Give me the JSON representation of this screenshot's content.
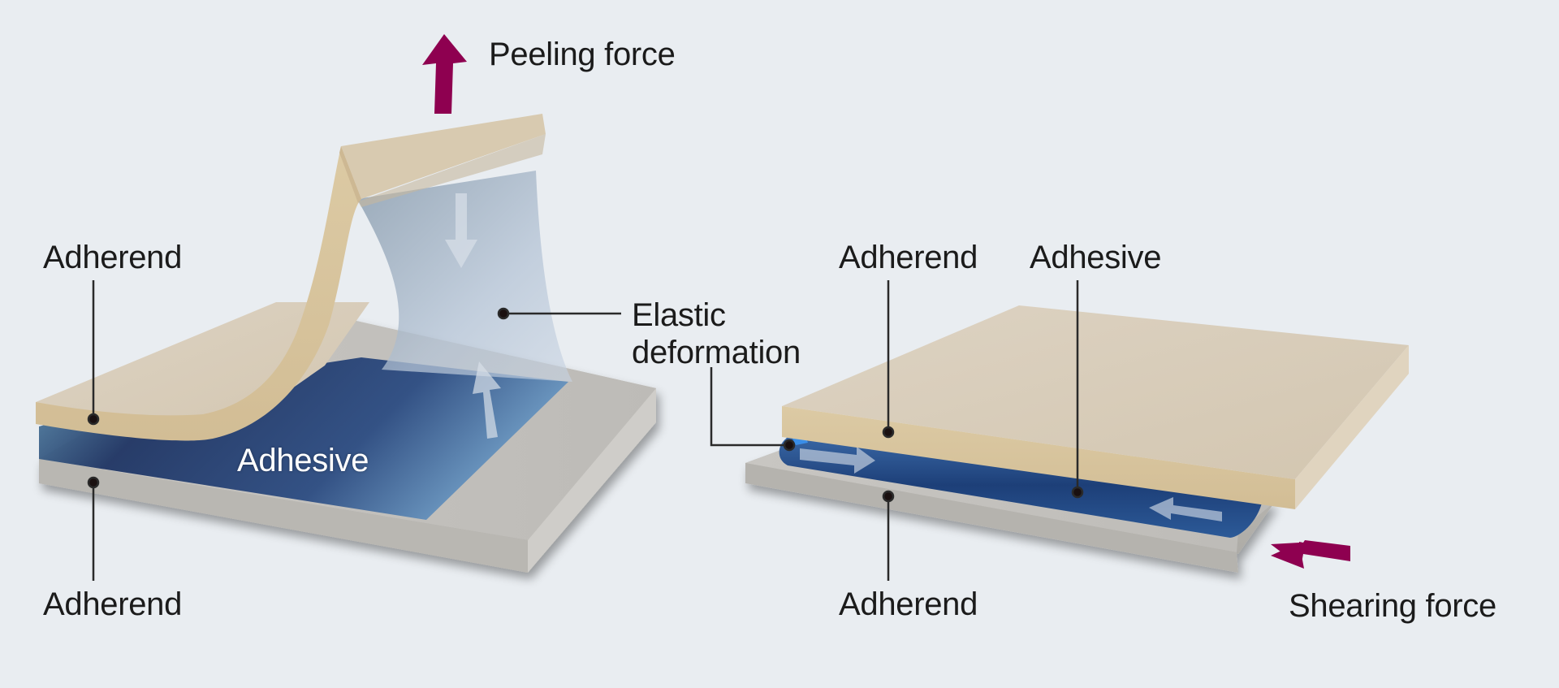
{
  "diagram": {
    "colors": {
      "background": "#e9edf1",
      "force_arrow": "#8e0050",
      "adherend_top": "#d8cdbb",
      "adherend_edge": "#d6c29c",
      "adherend_bottom": "#c9c7c3",
      "adherend_bottom_edge": "#b5b3ae",
      "adhesive_dark": "#1f3a6e",
      "adhesive_light": "#8ab3d6",
      "leader_line": "#2a2a2a"
    },
    "peeling_panel": {
      "force_label": "Peeling force",
      "force_icon": "arrow-up-icon",
      "adherend_top_label": "Adherend",
      "adherend_bottom_label": "Adherend",
      "adhesive_label": "Adhesive",
      "elastic_label_line1": "Elastic",
      "elastic_label_line2": "deformation"
    },
    "shearing_panel": {
      "force_label": "Shearing force",
      "force_icon": "arrow-left-icon",
      "adherend_top_label": "Adherend",
      "adhesive_label": "Adhesive",
      "adherend_bottom_label": "Adherend"
    }
  }
}
